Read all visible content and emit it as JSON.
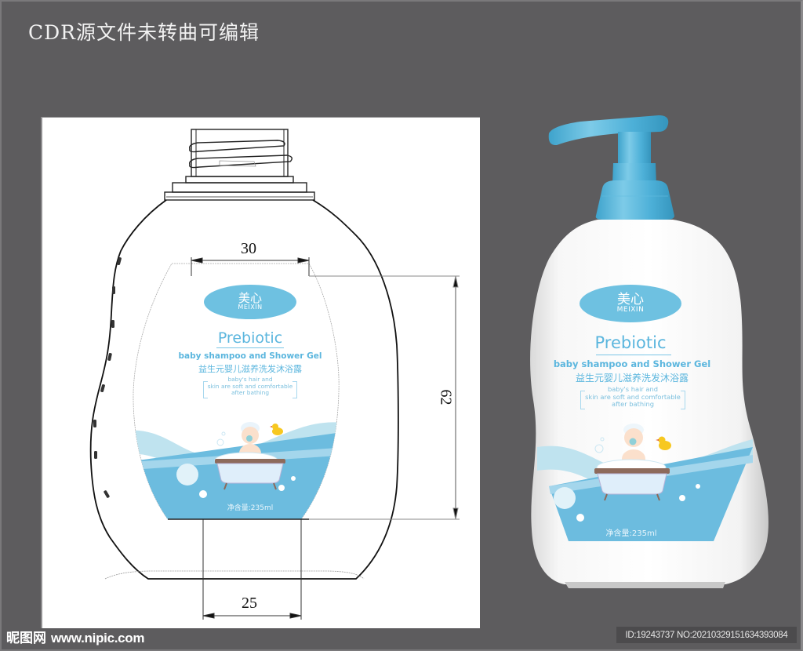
{
  "header": {
    "title": "CDR源文件未转曲可编辑"
  },
  "drawing": {
    "dimensions": {
      "top_width": "30",
      "height": "62",
      "bottom_width": "25"
    }
  },
  "label": {
    "brand_cn": "美心",
    "brand_en": "MEIXIN",
    "title": "Prebiotic",
    "subtitle_en": "baby shampoo and Shower Gel",
    "subtitle_cn": "益生元婴儿滋养洗发沐浴露",
    "description": [
      "baby's hair and",
      "skin are soft and comfortable",
      "after bathing"
    ],
    "net_content": "净含量:235ml"
  },
  "colors": {
    "background": "#5d5c5e",
    "label_blue": "#6ec1e1",
    "text_blue": "#5bb6de",
    "pump_blue": "#4fb0d6",
    "wave_light": "#bfe3ef",
    "wave_dark": "#6cbcdf"
  },
  "footer": {
    "watermark_cn": "昵图网",
    "watermark_url": "www.nipic.com",
    "id_text": "ID:19243737 NO:20210329151634393084"
  }
}
